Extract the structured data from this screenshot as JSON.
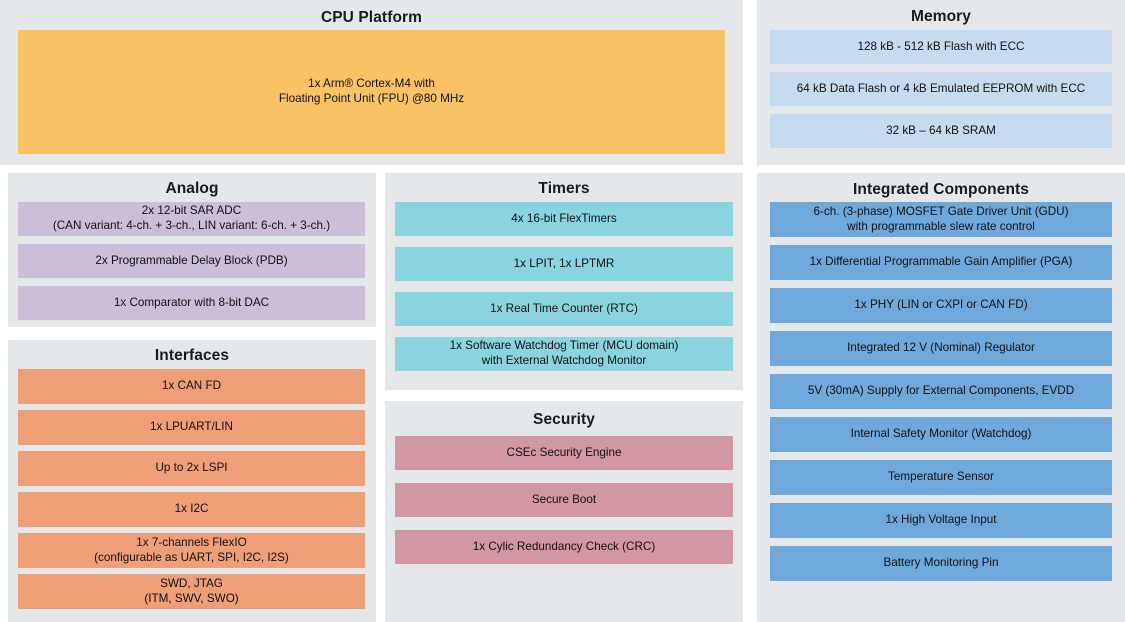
{
  "colors": {
    "panel_background": "#E4E8EB",
    "page_background": "#FFFFFF",
    "cpu_block": "#F9C365",
    "memory_block": "#C5DCF0",
    "analog_block": "#CBBFD8",
    "interfaces_block": "#EE9F77",
    "timers_block": "#89D4DF",
    "security_block": "#D396A3",
    "integrated_block": "#6FA9DB",
    "title_text": "#1A1A1A",
    "block_text": "#111111"
  },
  "panels": {
    "cpu": {
      "title": "CPU Platform",
      "blocks": [
        {
          "lines": [
            "1x Arm® Cortex-M4 with",
            "Floating Point Unit (FPU) @80 MHz"
          ]
        }
      ]
    },
    "memory": {
      "title": "Memory",
      "blocks": [
        {
          "lines": [
            "128 kB - 512 kB Flash with ECC"
          ]
        },
        {
          "lines": [
            "64 kB Data Flash or 4 kB Emulated EEPROM with ECC"
          ]
        },
        {
          "lines": [
            "32 kB – 64 kB SRAM"
          ]
        }
      ]
    },
    "analog": {
      "title": "Analog",
      "blocks": [
        {
          "lines": [
            "2x 12-bit SAR ADC",
            "(CAN variant: 4-ch. + 3-ch., LIN variant: 6-ch. + 3-ch.)"
          ]
        },
        {
          "lines": [
            "2x Programmable Delay Block (PDB)"
          ]
        },
        {
          "lines": [
            "1x Comparator with 8-bit DAC"
          ]
        }
      ]
    },
    "interfaces": {
      "title": "Interfaces",
      "blocks": [
        {
          "lines": [
            "1x CAN FD"
          ]
        },
        {
          "lines": [
            "1x LPUART/LIN"
          ]
        },
        {
          "lines": [
            "Up to 2x LSPI"
          ]
        },
        {
          "lines": [
            "1x I2C"
          ]
        },
        {
          "lines": [
            "1x 7-channels FlexIO",
            "(configurable as UART, SPI, I2C, I2S)"
          ]
        },
        {
          "lines": [
            "SWD, JTAG",
            "(ITM, SWV, SWO)"
          ]
        }
      ]
    },
    "timers": {
      "title": "Timers",
      "blocks": [
        {
          "lines": [
            "4x 16-bit FlexTimers"
          ]
        },
        {
          "lines": [
            "1x LPIT, 1x LPTMR"
          ]
        },
        {
          "lines": [
            "1x Real Time Counter (RTC)"
          ]
        },
        {
          "lines": [
            "1x Software Watchdog Timer (MCU domain)",
            "with External Watchdog Monitor"
          ]
        }
      ]
    },
    "security": {
      "title": "Security",
      "blocks": [
        {
          "lines": [
            "CSEc Security Engine"
          ]
        },
        {
          "lines": [
            "Secure Boot"
          ]
        },
        {
          "lines": [
            "1x Cylic Redundancy Check (CRC)"
          ]
        }
      ]
    },
    "integrated_components": {
      "title": "Integrated Components",
      "blocks": [
        {
          "lines": [
            "6-ch. (3-phase) MOSFET Gate Driver Unit (GDU)",
            "with programmable slew rate control"
          ]
        },
        {
          "lines": [
            "1x Differential Programmable Gain Amplifier (PGA)"
          ]
        },
        {
          "lines": [
            "1x PHY (LIN or CXPI or CAN FD)"
          ]
        },
        {
          "lines": [
            "Integrated 12 V (Nominal) Regulator"
          ]
        },
        {
          "lines": [
            "5V (30mA) Supply for External Components, EVDD"
          ]
        },
        {
          "lines": [
            "Internal Safety Monitor (Watchdog)"
          ]
        },
        {
          "lines": [
            "Temperature Sensor"
          ]
        },
        {
          "lines": [
            "1x High Voltage Input"
          ]
        },
        {
          "lines": [
            "Battery Monitoring Pin"
          ]
        }
      ]
    }
  }
}
